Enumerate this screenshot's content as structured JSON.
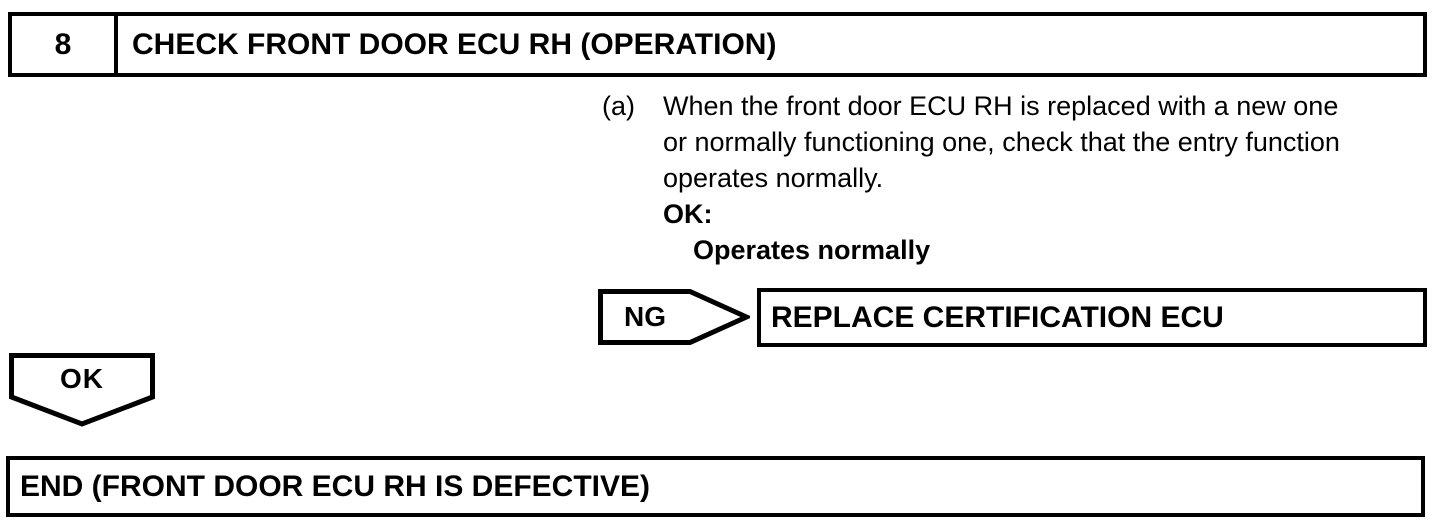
{
  "page": {
    "background_color": "#ffffff",
    "ink_color": "#000000"
  },
  "step_header": {
    "number": "8",
    "title": "CHECK FRONT DOOR ECU RH (OPERATION)"
  },
  "instruction": {
    "marker": "(a)",
    "lines": [
      "When the front door ECU RH is replaced with a new one",
      "or normally functioning one, check that the entry function",
      "operates normally."
    ],
    "ok_label": "OK:",
    "ok_condition": "Operates normally"
  },
  "ng_branch": {
    "connector_label": "NG",
    "action": "REPLACE CERTIFICATION ECU"
  },
  "ok_branch": {
    "connector_label": "OK"
  },
  "end_box": {
    "label": "END (FRONT DOOR ECU RH IS DEFECTIVE)"
  }
}
